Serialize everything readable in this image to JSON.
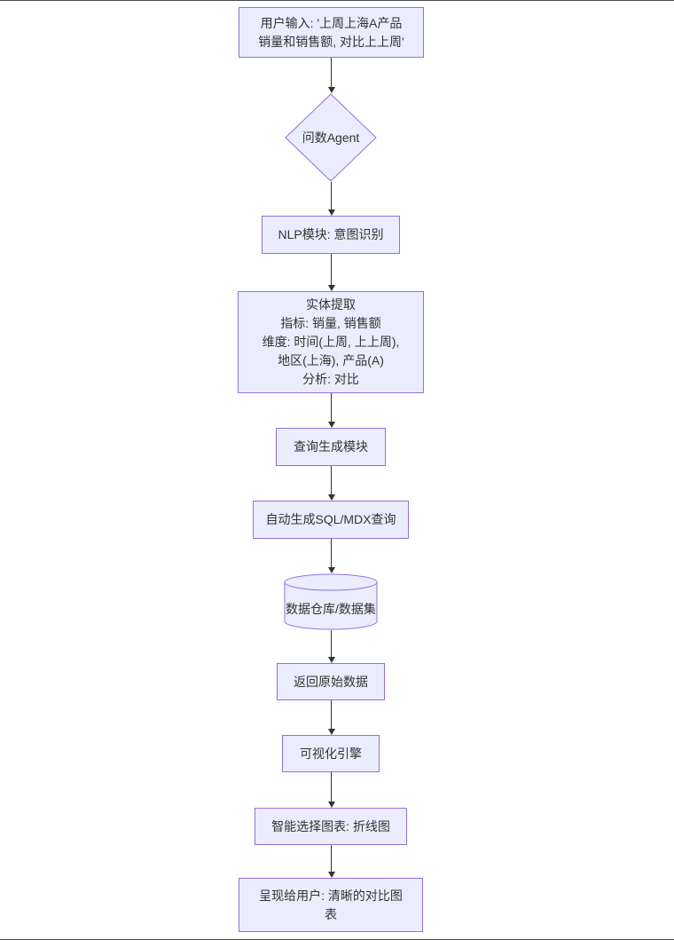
{
  "diagram": {
    "type": "flowchart",
    "direction": "top-down",
    "nodes": [
      {
        "id": "user_input",
        "shape": "rectangle",
        "label": "用户输入: '上周上海A产品\n销量和销售额, 对比上上周'"
      },
      {
        "id": "wenshu_agent",
        "shape": "diamond",
        "label": "问数Agent"
      },
      {
        "id": "nlp_module",
        "shape": "rectangle",
        "label": "NLP模块: 意图识别"
      },
      {
        "id": "entity_extraction",
        "shape": "rectangle",
        "label": "实体提取\n指标: 销量, 销售额\n维度: 时间(上周, 上上周),\n地区(上海), 产品(A)\n分析: 对比"
      },
      {
        "id": "query_generation",
        "shape": "rectangle",
        "label": "查询生成模块"
      },
      {
        "id": "sql_mdx_query",
        "shape": "rectangle",
        "label": "自动生成SQL/MDX查询"
      },
      {
        "id": "data_warehouse",
        "shape": "cylinder",
        "label": "数据仓库/数据集"
      },
      {
        "id": "raw_data_return",
        "shape": "rectangle",
        "label": "返回原始数据"
      },
      {
        "id": "viz_engine",
        "shape": "rectangle",
        "label": "可视化引擎"
      },
      {
        "id": "chart_selection",
        "shape": "rectangle",
        "label": "智能选择图表: 折线图"
      },
      {
        "id": "present_to_user",
        "shape": "rectangle",
        "label": "呈现给用户: 清晰的对比图\n表"
      }
    ],
    "edges": [
      {
        "from": "user_input",
        "to": "wenshu_agent"
      },
      {
        "from": "wenshu_agent",
        "to": "nlp_module"
      },
      {
        "from": "nlp_module",
        "to": "entity_extraction"
      },
      {
        "from": "entity_extraction",
        "to": "query_generation"
      },
      {
        "from": "query_generation",
        "to": "sql_mdx_query"
      },
      {
        "from": "sql_mdx_query",
        "to": "data_warehouse"
      },
      {
        "from": "data_warehouse",
        "to": "raw_data_return"
      },
      {
        "from": "raw_data_return",
        "to": "viz_engine"
      },
      {
        "from": "viz_engine",
        "to": "chart_selection"
      },
      {
        "from": "chart_selection",
        "to": "present_to_user"
      }
    ],
    "colors": {
      "node_fill": "#ECECFF",
      "node_border": "#9370DB",
      "edge": "#333333",
      "text": "#333333"
    }
  }
}
